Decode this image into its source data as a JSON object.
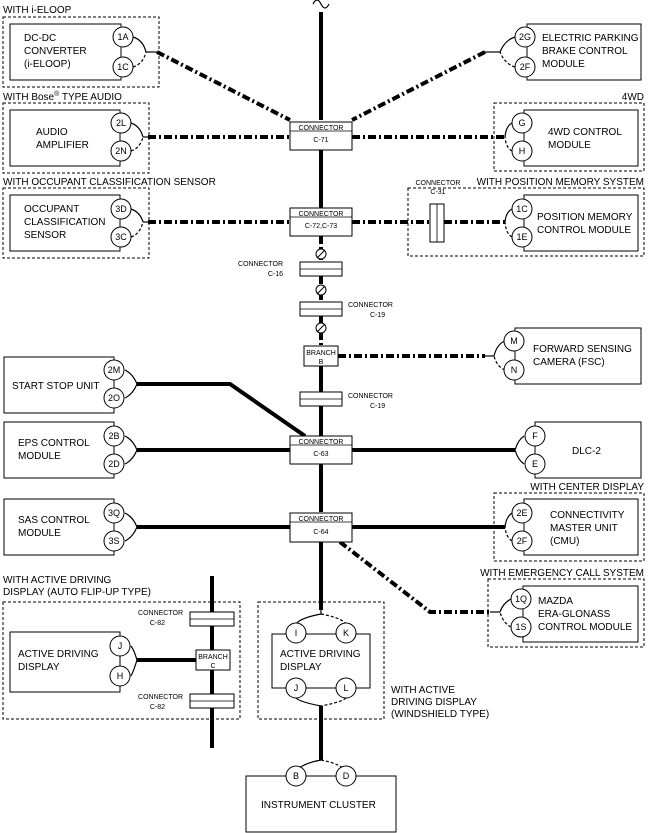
{
  "headers": {
    "ieloop": "WITH i-ELOOP",
    "bose_pre": "WITH Bose",
    "bose_sup": "®",
    "bose_post": " TYPE AUDIO",
    "fourwd": "4WD",
    "ocs": "WITH OCCUPANT CLASSIFICATION SENSOR",
    "posmem": "WITH POSITION MEMORY SYSTEM",
    "center_display": "WITH CENTER DISPLAY",
    "emergency": "WITH EMERGENCY CALL SYSTEM",
    "ad_autoflip_1": "WITH ACTIVE DRIVING",
    "ad_autoflip_2": "DISPLAY (AUTO FLIP-UP TYPE)",
    "ad_wind_1": "WITH ACTIVE",
    "ad_wind_2": "DRIVING DISPLAY",
    "ad_wind_3": "(WINDSHIELD TYPE)"
  },
  "modules": {
    "dcdc": [
      "DC-DC",
      "CONVERTER",
      "(i-ELOOP)"
    ],
    "epb": [
      "ELECTRIC PARKING",
      "BRAKE CONTROL",
      "MODULE"
    ],
    "audio": [
      "AUDIO",
      "AMPLIFIER"
    ],
    "fourwd": [
      "4WD CONTROL",
      "MODULE"
    ],
    "ocs": [
      "OCCUPANT",
      "CLASSIFICATION",
      "SENSOR"
    ],
    "posmem": [
      "POSITION MEMORY",
      "CONTROL MODULE"
    ],
    "fsc": [
      "FORWARD SENSING",
      "CAMERA (FSC)"
    ],
    "ssu": [
      "START STOP UNIT"
    ],
    "eps": [
      "EPS CONTROL",
      "MODULE"
    ],
    "dlc": [
      "DLC-2"
    ],
    "sas": [
      "SAS CONTROL",
      "MODULE"
    ],
    "cmu": [
      "CONNECTIVITY",
      "MASTER UNIT",
      "(CMU)"
    ],
    "era": [
      "MAZDA",
      "ERA-GLONASS",
      "CONTROL MODULE"
    ],
    "ad_left": [
      "ACTIVE DRIVING",
      "DISPLAY"
    ],
    "ad_center": [
      "ACTIVE DRIVING",
      "DISPLAY"
    ],
    "cluster": [
      "INSTRUMENT CLUSTER"
    ]
  },
  "pins": {
    "dcdc": [
      "1A",
      "1C"
    ],
    "epb": [
      "2G",
      "2F"
    ],
    "audio": [
      "2L",
      "2N"
    ],
    "fourwd": [
      "G",
      "H"
    ],
    "ocs": [
      "3D",
      "3C"
    ],
    "posmem": [
      "1C",
      "1E"
    ],
    "fsc": [
      "M",
      "N"
    ],
    "ssu": [
      "2M",
      "2O"
    ],
    "eps": [
      "2B",
      "2D"
    ],
    "dlc": [
      "F",
      "E"
    ],
    "sas": [
      "3Q",
      "3S"
    ],
    "cmu": [
      "2E",
      "2F"
    ],
    "era": [
      "1Q",
      "1S"
    ],
    "ad_left": [
      "J",
      "H"
    ],
    "ad_center_top": [
      "I",
      "K"
    ],
    "ad_center_bot": [
      "J",
      "L"
    ],
    "cluster": [
      "B",
      "D"
    ]
  },
  "connectors": {
    "c71": [
      "CONNECTOR",
      "C-71"
    ],
    "c7273": [
      "CONNECTOR",
      "C-72,C-73"
    ],
    "c31": [
      "CONNECTOR",
      "C-31"
    ],
    "c16": [
      "CONNECTOR",
      "C-16"
    ],
    "c19a": [
      "CONNECTOR",
      "C-19"
    ],
    "branchb": [
      "BRANCH",
      "B"
    ],
    "c19b": [
      "CONNECTOR",
      "C-19"
    ],
    "c63": [
      "CONNECTOR",
      "C-63"
    ],
    "c64": [
      "CONNECTOR",
      "C-64"
    ],
    "c82a": [
      "CONNECTOR",
      "C-82"
    ],
    "branchc": [
      "BRANCH",
      "C"
    ],
    "c82b": [
      "CONNECTOR",
      "C-82"
    ]
  }
}
